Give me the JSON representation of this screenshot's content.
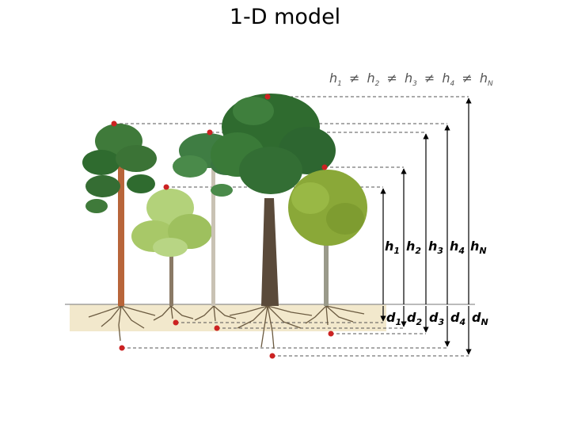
{
  "title": "1-D model",
  "inequality": {
    "h1": "h",
    "h1_sub": "1",
    "h2": "h",
    "h2_sub": "2",
    "h3": "h",
    "h3_sub": "3",
    "h4": "h",
    "h4_sub": "4",
    "hN": "h",
    "hN_sub": "N",
    "neq": "≠"
  },
  "height_labels": [
    {
      "base": "h",
      "sub": "1"
    },
    {
      "base": "h",
      "sub": "2"
    },
    {
      "base": "h",
      "sub": "3"
    },
    {
      "base": "h",
      "sub": "4"
    },
    {
      "base": "h",
      "sub": "N"
    }
  ],
  "depth_labels": [
    {
      "base": "d",
      "sub": "1"
    },
    {
      "base": "d",
      "sub": "2"
    },
    {
      "base": "d",
      "sub": "3"
    },
    {
      "base": "d",
      "sub": "4"
    },
    {
      "base": "d",
      "sub": "N"
    }
  ],
  "colors": {
    "marker": "#cc2222",
    "ground": "#f0e6c8",
    "foliage_dark": "#2f6b2f",
    "foliage_light": "#a8c868",
    "foliage_olive": "#8aa838",
    "trunk": "#b8653a",
    "roots": "#6b5a40"
  }
}
